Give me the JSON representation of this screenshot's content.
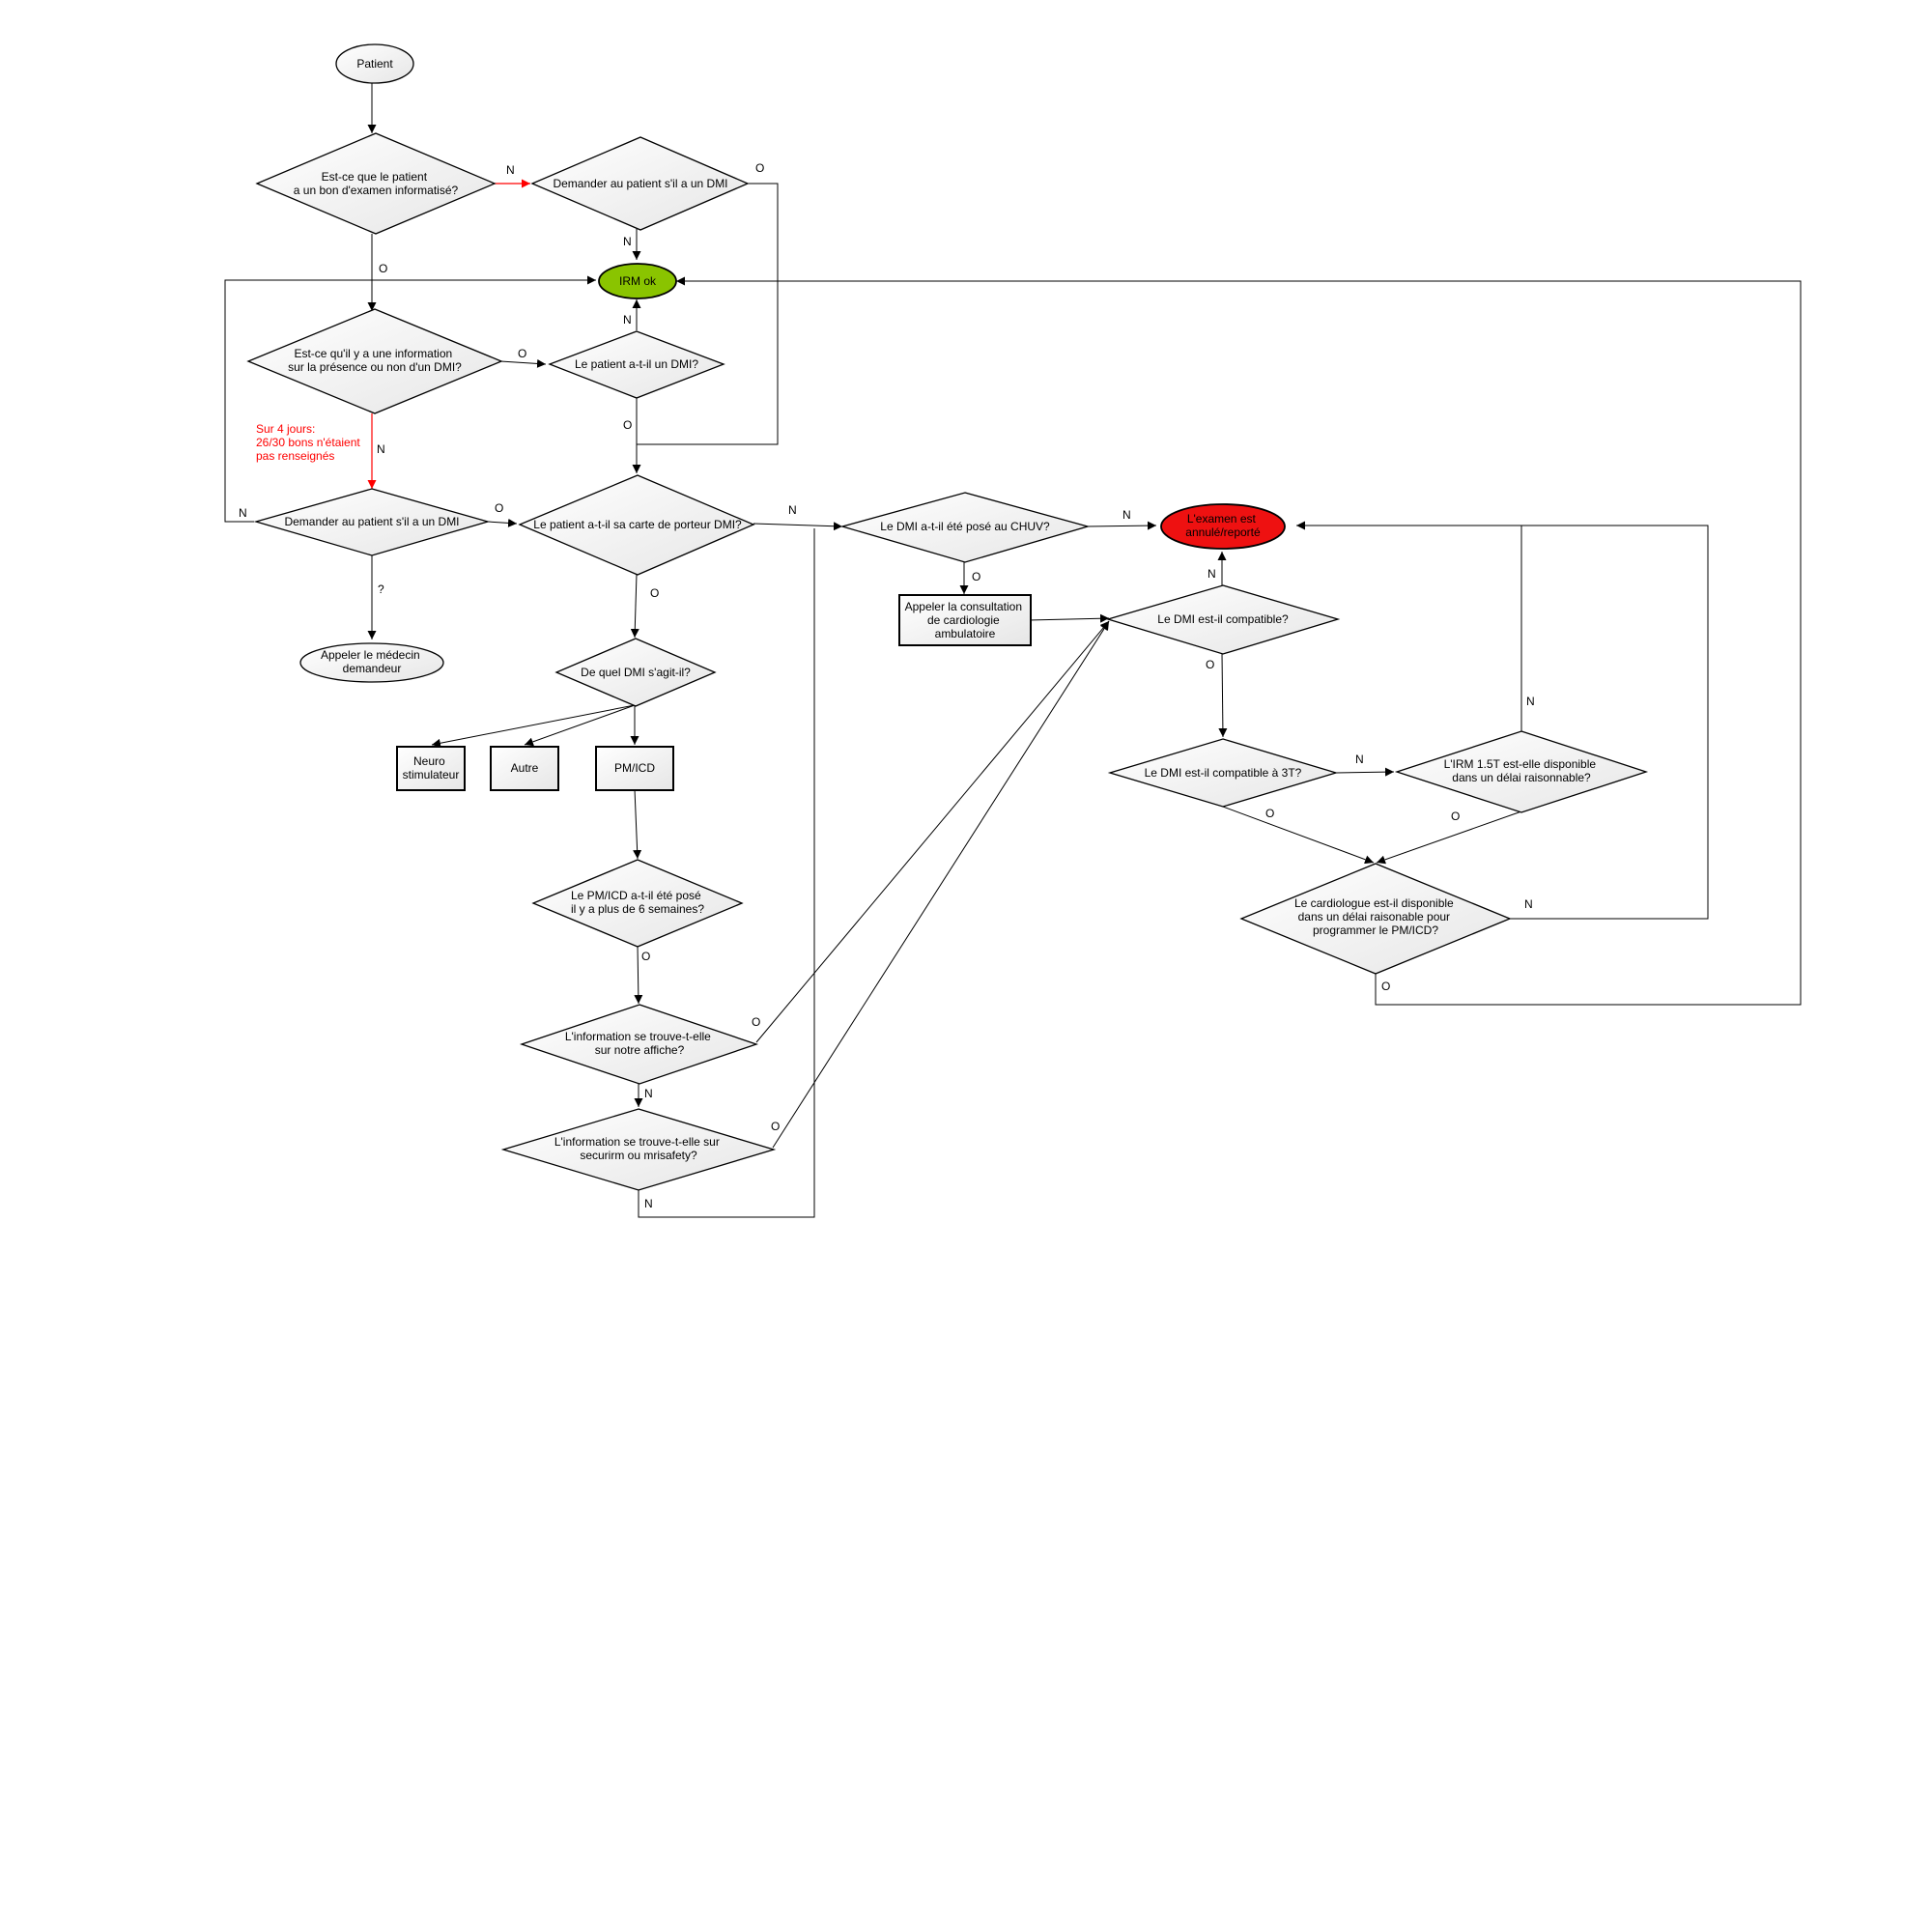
{
  "nodes": {
    "patient": "Patient",
    "q_bon_examen": [
      "Est-ce que le patient",
      "a un bon d'examen informatisé?"
    ],
    "demander_dmi_top": [
      "Demander au patient s'il a un DMI"
    ],
    "irm_ok": "IRM ok",
    "q_information": [
      "Est-ce qu'il y a une information",
      "sur la présence ou non d'un DMI?"
    ],
    "q_patient_dmi": [
      "Le patient a-t-il un DMI?"
    ],
    "demander_dmi_left": [
      "Demander au patient s'il a un DMI"
    ],
    "q_carte": [
      "Le patient a-t-il sa carte de porteur DMI?"
    ],
    "appeler_medecin": [
      "Appeler le médecin",
      "demandeur"
    ],
    "q_quel_dmi": [
      "De quel DMI s'agit-il?"
    ],
    "neuro": [
      "Neuro",
      "stimulateur"
    ],
    "autre": [
      "Autre"
    ],
    "pmicd": [
      "PM/ICD"
    ],
    "q_pose_6sem": [
      "Le PM/ICD a-t-il été posé",
      "il y a plus de 6 semaines?"
    ],
    "q_affiche": [
      "L'information se trouve-t-elle",
      "sur notre affiche?"
    ],
    "q_securirm": [
      "L'information se trouve-t-elle sur",
      "securirm ou mrisafety?"
    ],
    "q_chuv": [
      "Le DMI a-t-il été posé au CHUV?"
    ],
    "examen_annule": [
      "L'examen est",
      "annulé/reporté"
    ],
    "appeler_cardio": [
      "Appeler la consultation",
      "de cardiologie",
      "ambulatoire"
    ],
    "q_compatible": [
      "Le DMI est-il compatible?"
    ],
    "q_compatible_3t": [
      "Le DMI est-il compatible à 3T?"
    ],
    "q_irm15": [
      "L'IRM 1.5T est-elle disponible",
      "dans un délai raisonnable?"
    ],
    "q_cardiologue": [
      "Le cardiologue est-il disponible",
      "dans un délai raisonable pour",
      "programmer le PM/ICD?"
    ]
  },
  "note": [
    "Sur 4 jours:",
    "26/30 bons n'étaient",
    "pas renseignés"
  ],
  "edge_labels": {
    "n1": "N",
    "o1": "O",
    "n2": "N",
    "o2": "O",
    "n3": "N",
    "o3": "O",
    "o4": "O",
    "n4": "N",
    "n5": "N",
    "o5": "O",
    "q1": "?",
    "n6": "N",
    "o6": "O",
    "o7": "O",
    "o8": "O",
    "n7": "N",
    "o9": "O",
    "n8": "N",
    "n9": "N",
    "o10": "O",
    "o11": "O",
    "n10": "N",
    "o12": "O",
    "o13": "O",
    "n11": "N",
    "n12": "N",
    "o14": "O"
  },
  "colors": {
    "irm_ok_fill": "#8ac400",
    "examen_annule_fill": "#ee1111",
    "highlight_edge": "#ff0000",
    "note_text": "#ff0000"
  }
}
